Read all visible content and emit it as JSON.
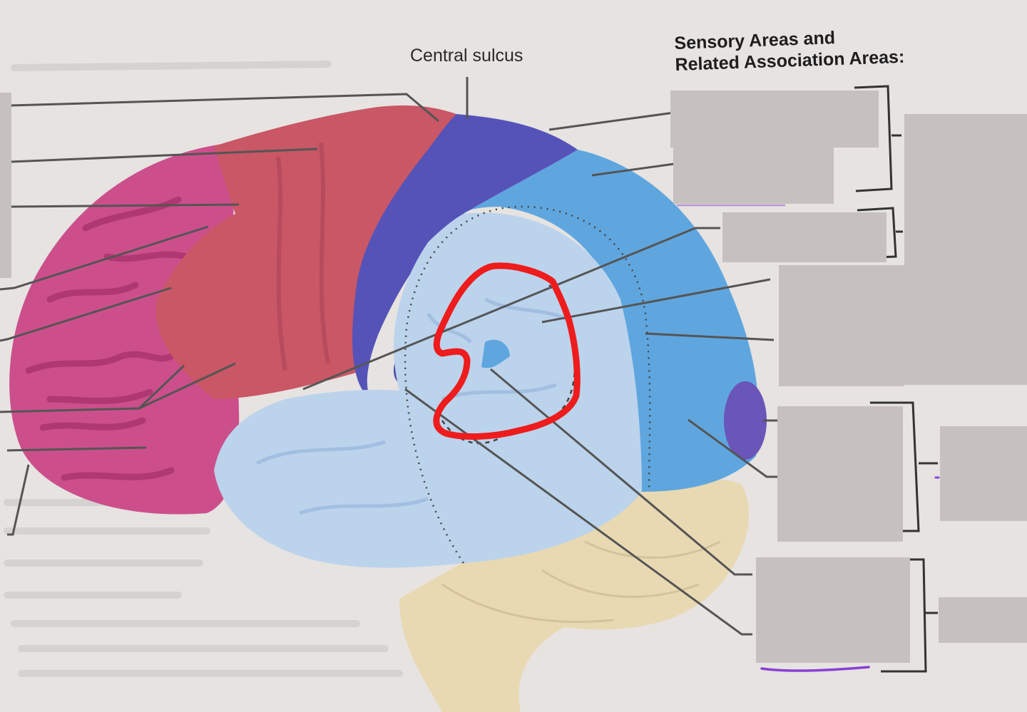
{
  "labels": {
    "central_sulcus": "Central sulcus",
    "title_line1": "Sensory Areas and",
    "title_line2": "Related Association Areas:"
  },
  "label_boxes": [
    "",
    "",
    "",
    "",
    "",
    "",
    "",
    "",
    "",
    ""
  ],
  "colors": {
    "background": "#e6e3e1",
    "frontal_pink": "#cc4f8c",
    "motor_red": "#c95766",
    "central_blue": "#5553b8",
    "parietal_blue": "#5fa6df",
    "temporal_lightblue": "#bcd3ec",
    "cerebellum": "#e8d9b2",
    "highlight_red": "#ee1c1c",
    "answer_box": "#c6c1bf",
    "purple_mark": "#8a3fd6"
  }
}
